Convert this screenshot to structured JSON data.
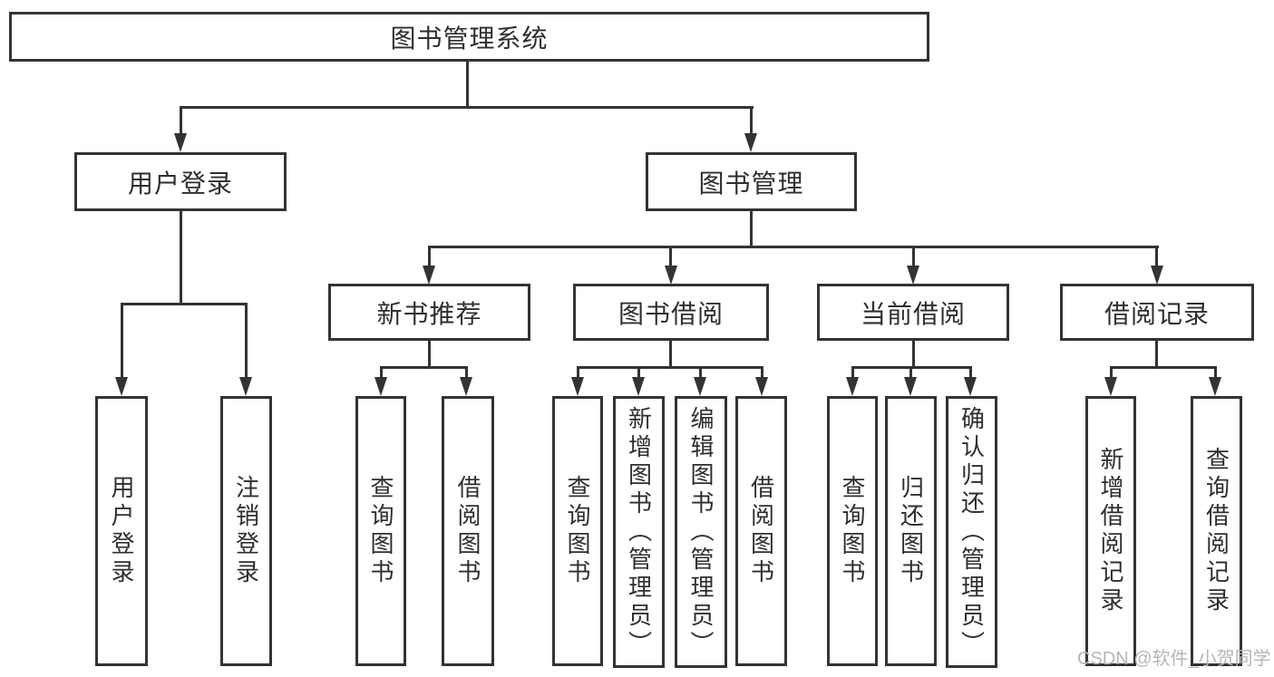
{
  "colors": {
    "line": "#333333",
    "text": "#2e2e2e",
    "watermark": "#b6b6b6",
    "bg": "#ffffff"
  },
  "watermark": {
    "text": "CSDN @软件_小贺同学"
  },
  "tree": {
    "root": {
      "label": "图书管理系统"
    },
    "branches": [
      {
        "label": "用户登录",
        "children": [
          {
            "label": "用户登录"
          },
          {
            "label": "注销登录"
          }
        ]
      },
      {
        "label": "图书管理",
        "children": [
          {
            "label": "新书推荐",
            "children": [
              {
                "label": "查询图书"
              },
              {
                "label": "借阅图书"
              }
            ]
          },
          {
            "label": "图书借阅",
            "children": [
              {
                "label": "查询图书"
              },
              {
                "label": "新增图书（管理员）"
              },
              {
                "label": "编辑图书（管理员）"
              },
              {
                "label": "借阅图书"
              }
            ]
          },
          {
            "label": "当前借阅",
            "children": [
              {
                "label": "查询图书"
              },
              {
                "label": "归还图书"
              },
              {
                "label": "确认归还（管理员）"
              }
            ]
          },
          {
            "label": "借阅记录",
            "children": [
              {
                "label": "新增借阅记录"
              },
              {
                "label": "查询借阅记录"
              }
            ]
          }
        ]
      }
    ]
  }
}
